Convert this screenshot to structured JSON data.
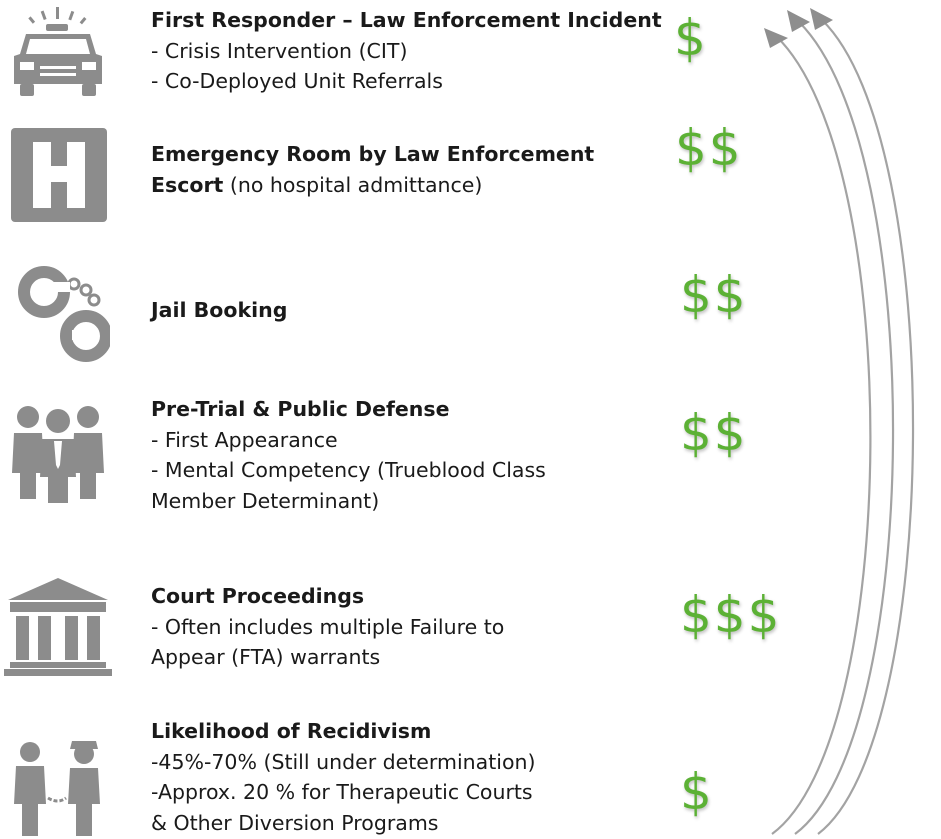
{
  "stages": [
    {
      "icon": "police-car-icon",
      "title": "First Responder – Law Enforcement Incident",
      "title_suffix": "",
      "lines": [
        "- Crisis Intervention (CIT)",
        "- Co-Deployed Unit Referrals"
      ],
      "cost": "$"
    },
    {
      "icon": "hospital-icon",
      "title": "Emergency Room by Law Enforcement",
      "title_line2": "Escort",
      "title_suffix": " (no hospital admittance)",
      "lines": [],
      "cost": "$$"
    },
    {
      "icon": "handcuffs-icon",
      "title": "Jail Booking",
      "title_suffix": "",
      "lines": [],
      "cost": "$$"
    },
    {
      "icon": "people-group-icon",
      "title": "Pre-Trial & Public Defense",
      "title_suffix": "",
      "lines": [
        "- First Appearance",
        "- Mental Competency (Trueblood Class",
        "Member Determinant)"
      ],
      "cost": "$$"
    },
    {
      "icon": "courthouse-icon",
      "title": "Court Proceedings",
      "title_suffix": "",
      "lines": [
        "- Often includes multiple Failure to",
        "Appear (FTA) warrants"
      ],
      "cost": "$$$"
    },
    {
      "icon": "prisoner-officer-icon",
      "title": "Likelihood of Recidivism",
      "title_suffix": "",
      "lines": [
        "-45%-70% (Still under determination)",
        "-Approx. 20 % for Therapeutic Courts",
        "& Other Diversion Programs"
      ],
      "cost": "$"
    }
  ],
  "colors": {
    "cost": "#5cb135",
    "icon": "#8c8c8c",
    "arrow": "#9a9a9a"
  }
}
